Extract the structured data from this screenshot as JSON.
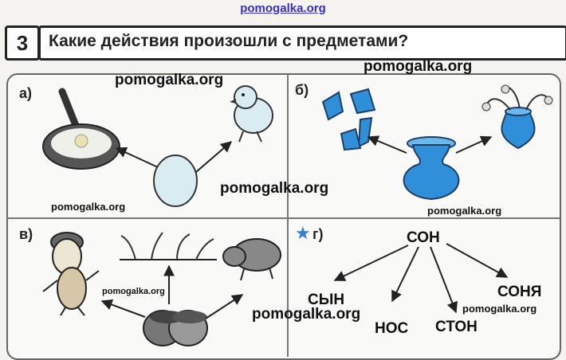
{
  "watermark_top": "pomogalka.org",
  "exercise": {
    "number": "3",
    "title": "Какие действия произошли с предметами?"
  },
  "sections": {
    "a": {
      "label": "а)"
    },
    "b": {
      "label": "б)"
    },
    "v": {
      "label": "в)"
    },
    "g": {
      "label": "г)",
      "icon": "star-icon"
    }
  },
  "words": {
    "root": "СОН",
    "w1": "СЫН",
    "w2": "НОС",
    "w3": "СТОН",
    "w4": "СОНЯ"
  },
  "watermarks": {
    "w1": "pomogalka.org",
    "w2": "pomogalka.org",
    "w3": "pomogalka.org",
    "w4": "pomogalka.org",
    "w5": "pomogalka.org",
    "w6": "pomogalka.org",
    "w7": "pomogalka.org",
    "w8": "pomogalka.org"
  },
  "colors": {
    "watermark_blue": "#3a2fc9",
    "vase_blue": "#2f8fd8",
    "star_blue": "#2f7fd3"
  }
}
